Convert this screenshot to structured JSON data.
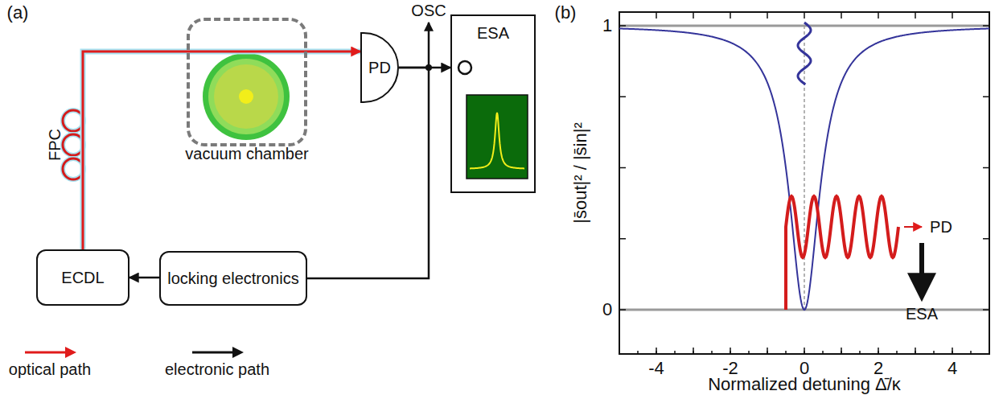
{
  "diagram": {
    "nodes": [
      {
        "text": [
          "ECDL"
        ]
      },
      {
        "text": [
          "vacuum chamber"
        ]
      },
      {
        "text": [
          "PD"
        ]
      },
      {
        "text": [
          "ESA"
        ]
      },
      {
        "text": [
          "locking electronics"
        ]
      }
    ],
    "edges": [
      {
        "from": 0,
        "to": 1,
        "arrow": "none"
      },
      {
        "from": 1,
        "to": 2,
        "arrow": "to"
      },
      {
        "from": 2,
        "to": 3,
        "arrow": "to"
      },
      {
        "from": 2,
        "to": 4,
        "arrow": "none"
      },
      {
        "from": 4,
        "to": 0,
        "arrow": "to"
      }
    ],
    "labels": [
      "(a)",
      "FPC",
      "OSC",
      "(b)",
      "1",
      "0",
      "-4",
      "-2",
      "0",
      "2",
      "4",
      "|s̄out|² / |s̄in|²",
      "Normalized detuning Δ̄/κ",
      "PD",
      "ESA"
    ],
    "legend": [
      {
        "text": "optical path"
      },
      {
        "text": "electronic path"
      }
    ]
  }
}
